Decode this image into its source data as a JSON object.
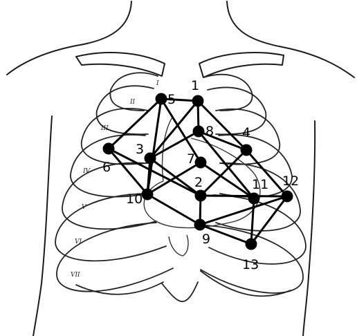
{
  "figure": {
    "electrode_labels": [
      "1",
      "2",
      "3",
      "4",
      "5",
      "6",
      "7",
      "8",
      "9",
      "10",
      "11",
      "12",
      "13"
    ],
    "rib_numerals": [
      "I",
      "II",
      "III",
      "IV",
      "V",
      "VI",
      "VII"
    ],
    "connections": [
      [
        "5",
        "1"
      ],
      [
        "5",
        "6"
      ],
      [
        "5",
        "7"
      ],
      [
        "5",
        "10"
      ],
      [
        "1",
        "8"
      ],
      [
        "1",
        "4"
      ],
      [
        "1",
        "3"
      ],
      [
        "6",
        "10"
      ],
      [
        "6",
        "2"
      ],
      [
        "3",
        "8"
      ],
      [
        "3",
        "2"
      ],
      [
        "3",
        "10"
      ],
      [
        "8",
        "4"
      ],
      [
        "8",
        "11"
      ],
      [
        "4",
        "12"
      ],
      [
        "4",
        "2"
      ],
      [
        "7",
        "10"
      ],
      [
        "7",
        "11"
      ],
      [
        "10",
        "9"
      ],
      [
        "2",
        "9"
      ],
      [
        "2",
        "12"
      ],
      [
        "11",
        "13"
      ],
      [
        "9",
        "13"
      ],
      [
        "12",
        "13"
      ],
      [
        "12",
        "9"
      ]
    ]
  }
}
